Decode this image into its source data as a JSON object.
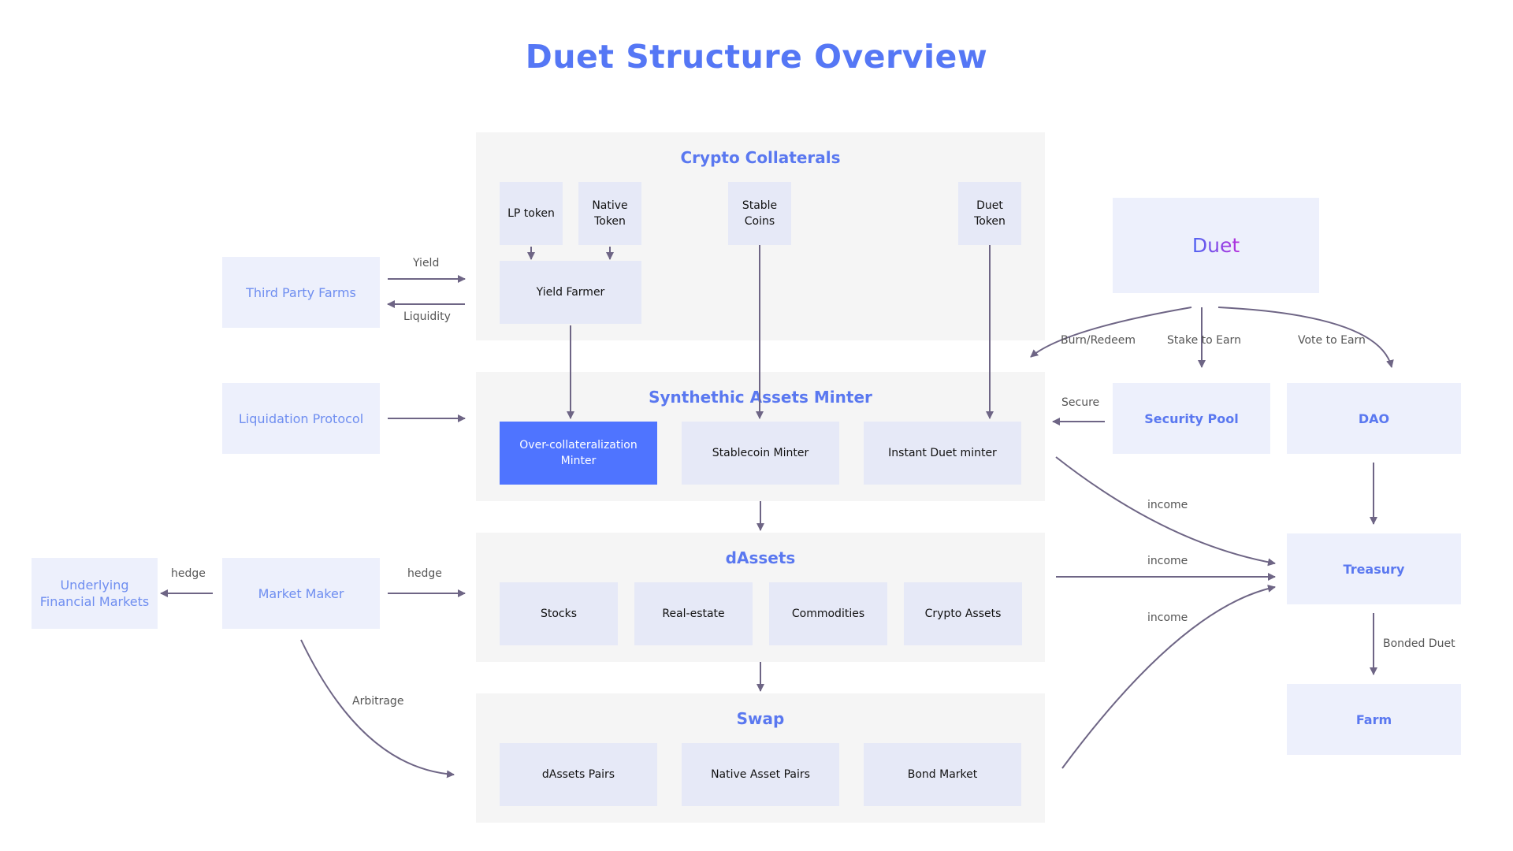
{
  "title": "Duet Structure Overview",
  "panels": {
    "crypto_collaterals": {
      "title": "Crypto Collaterals",
      "lp_token": "LP token",
      "native_token": "Native\nToken",
      "stable_coins": "Stable\nCoins",
      "duet_token": "Duet\nToken",
      "yield_farmer": "Yield Farmer"
    },
    "synthetic_minter": {
      "title": "Synthethic Assets Minter",
      "over_collateral": "Over-collateralization\nMinter",
      "stablecoin_minter": "Stablecoin Minter",
      "instant_duet": "Instant Duet minter"
    },
    "dassets": {
      "title": "dAssets",
      "stocks": "Stocks",
      "real_estate": "Real-estate",
      "commodities": "Commodities",
      "crypto_assets": "Crypto Assets"
    },
    "swap": {
      "title": "Swap",
      "dassets_pairs": "dAssets Pairs",
      "native_pairs": "Native Asset Pairs",
      "bond_market": "Bond Market"
    }
  },
  "left": {
    "third_party": "Third Party Farms",
    "liquidation": "Liquidation Protocol",
    "market_maker": "Market Maker",
    "underlying": "Underlying\nFinancial Markets"
  },
  "right": {
    "duet": "Duet",
    "security_pool": "Security Pool",
    "dao": "DAO",
    "treasury": "Treasury",
    "farm": "Farm"
  },
  "labels": {
    "yield": "Yield",
    "liquidity": "Liquidity",
    "hedge_left": "hedge",
    "hedge_right": "hedge",
    "arbitrage": "Arbitrage",
    "burn_redeem": "Burn/Redeem",
    "stake_to_earn": "Stake to Earn",
    "vote_to_earn": "Vote to Earn",
    "secure": "Secure",
    "income1": "income",
    "income2": "income",
    "income3": "income",
    "bonded_duet": "Bonded Duet"
  },
  "colors": {
    "title": "#5577f5",
    "panel_bg": "#f5f5f5",
    "box_bg": "#e6e9f7",
    "accent": "#4f74ff",
    "side_bg": "#edf0fc",
    "arrow": "#6e6585"
  }
}
